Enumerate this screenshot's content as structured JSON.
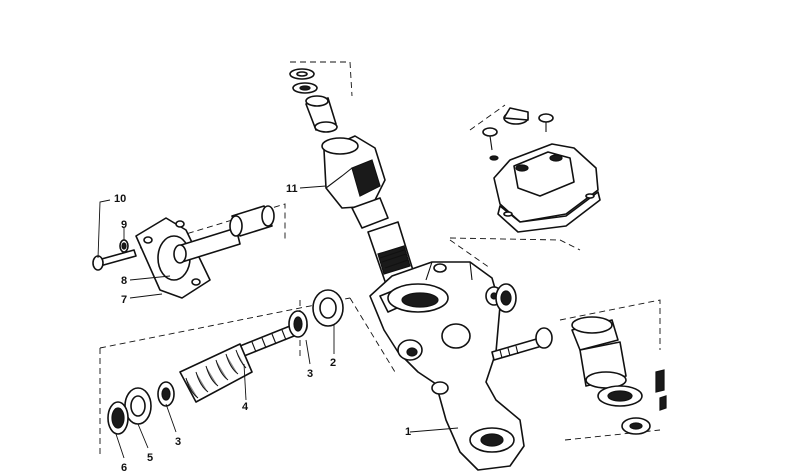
{
  "callouts": {
    "p1": "1",
    "p2": "2",
    "p3a": "3",
    "p3b": "3",
    "p4": "4",
    "p5": "5",
    "p6": "6",
    "p7": "7",
    "p8": "8",
    "p9": "9",
    "p10": "10",
    "p11": "11"
  }
}
